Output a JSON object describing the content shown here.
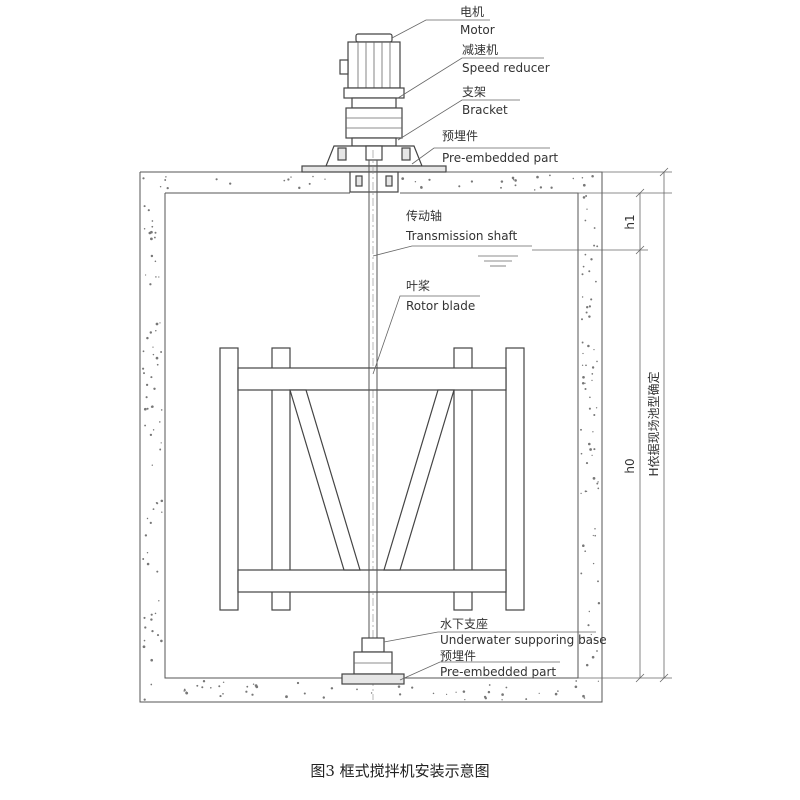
{
  "labels": {
    "motor_cn": "电机",
    "motor_en": "Motor",
    "reducer_cn": "减速机",
    "reducer_en": "Speed reducer",
    "bracket_cn": "支架",
    "bracket_en": "Bracket",
    "embed_top_cn": "预埋件",
    "embed_top_en": "Pre-embedded part",
    "shaft_cn": "传动轴",
    "shaft_en": "Transmission shaft",
    "blade_cn": "叶桨",
    "blade_en": "Rotor blade",
    "base_cn": "水下支座",
    "base_en": "Underwater supporing base",
    "embed_bottom_cn": "预埋件",
    "embed_bottom_en": "Pre-embedded part"
  },
  "dimensions": {
    "h1": "h1",
    "h0": "h0",
    "H": "H依据现场池型确定"
  },
  "caption": "图3  框式搅拌机安装示意图"
}
